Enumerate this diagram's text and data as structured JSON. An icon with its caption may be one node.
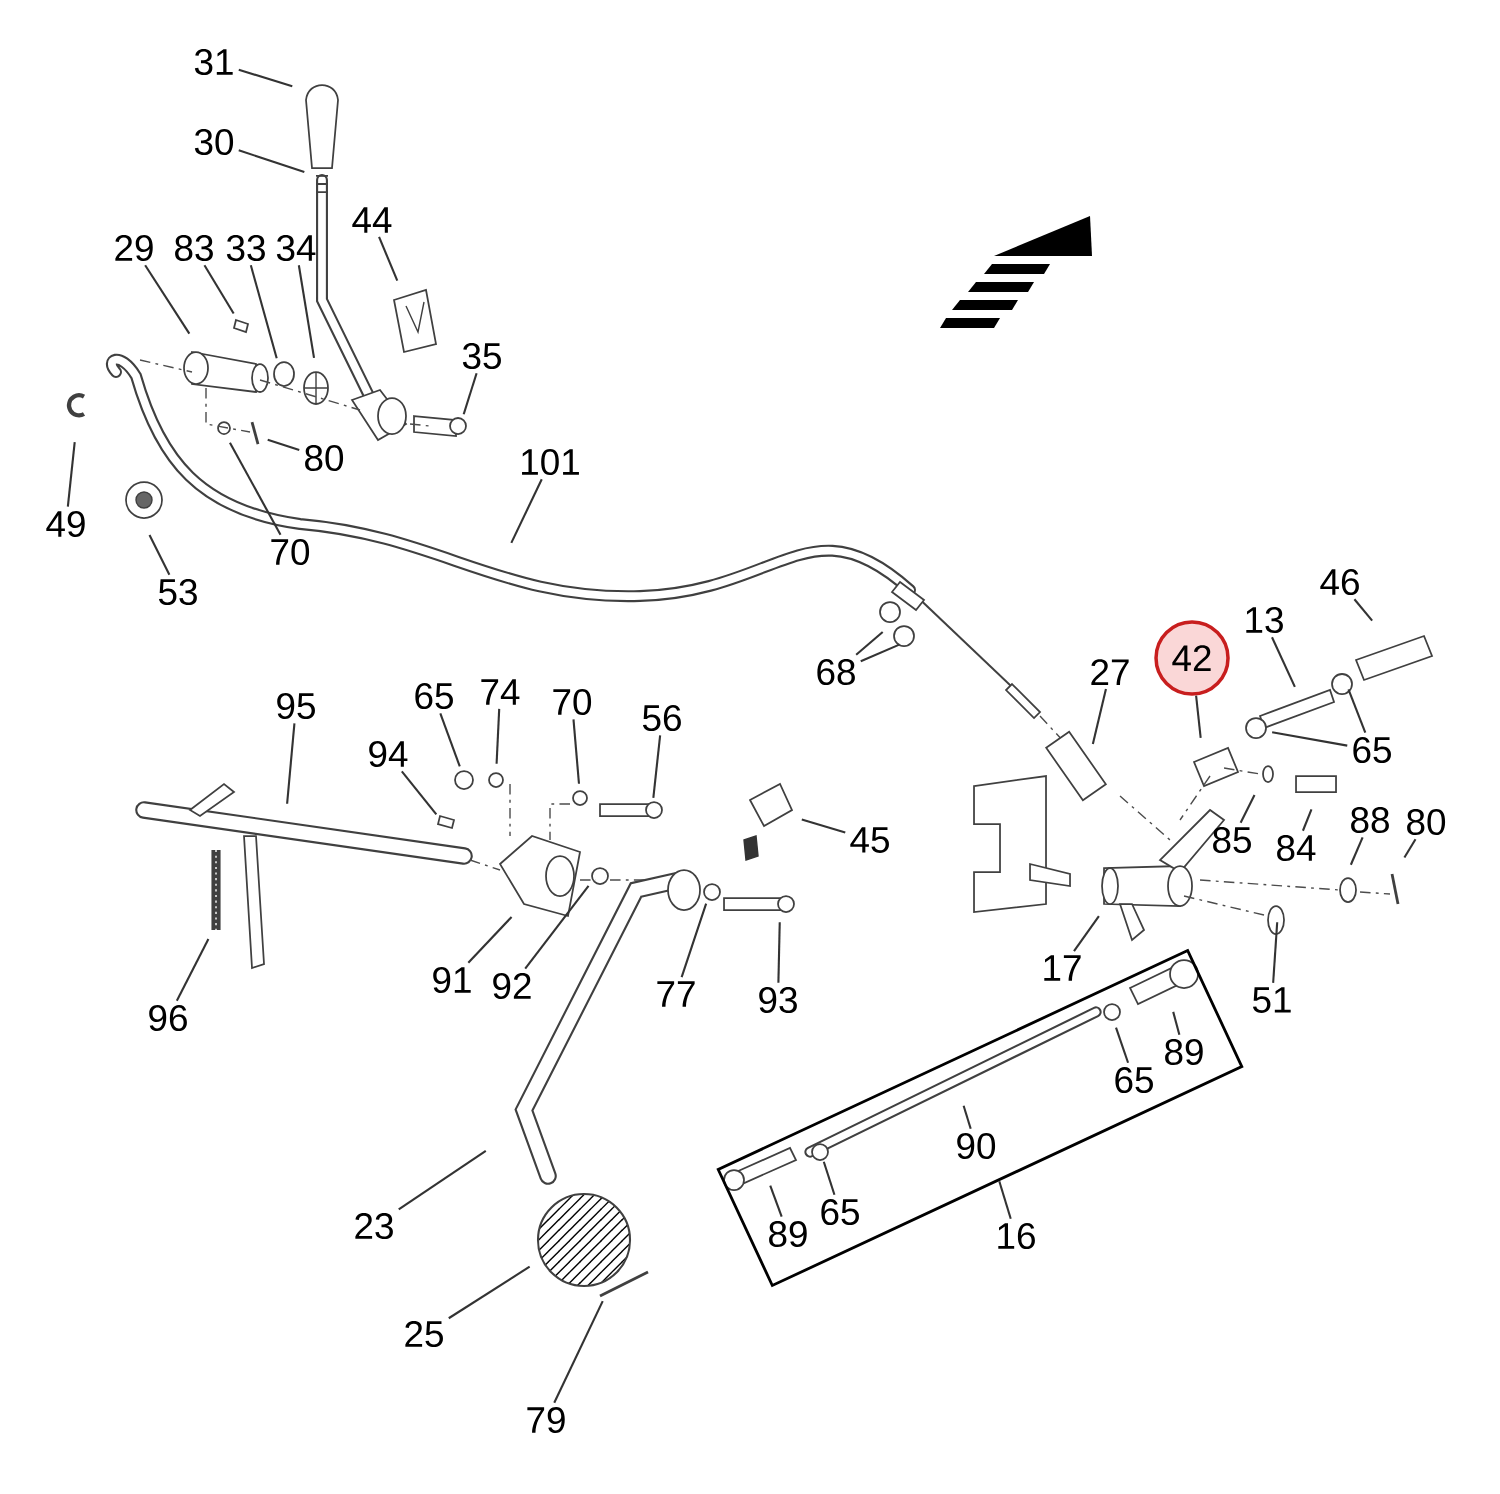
{
  "diagram": {
    "nodes": [
      {
        "text": [
          "31"
        ]
      },
      {
        "text": [
          "30"
        ]
      },
      {
        "text": [
          "44"
        ]
      },
      {
        "text": [
          "29"
        ]
      },
      {
        "text": [
          "83"
        ]
      },
      {
        "text": [
          "33"
        ]
      },
      {
        "text": [
          "34"
        ]
      },
      {
        "text": [
          "35"
        ]
      },
      {
        "text": [
          "49"
        ]
      },
      {
        "text": [
          "80"
        ]
      },
      {
        "text": [
          "70"
        ]
      },
      {
        "text": [
          "53"
        ]
      },
      {
        "text": [
          "101"
        ]
      },
      {
        "text": [
          "68"
        ]
      },
      {
        "text": [
          "27"
        ]
      },
      {
        "text": [
          "42"
        ]
      },
      {
        "text": [
          "13"
        ]
      },
      {
        "text": [
          "46"
        ]
      },
      {
        "text": [
          "65"
        ]
      },
      {
        "text": [
          "85"
        ]
      },
      {
        "text": [
          "84"
        ]
      },
      {
        "text": [
          "88"
        ]
      },
      {
        "text": [
          "80"
        ]
      },
      {
        "text": [
          "95"
        ]
      },
      {
        "text": [
          "94"
        ]
      },
      {
        "text": [
          "65"
        ]
      },
      {
        "text": [
          "74"
        ]
      },
      {
        "text": [
          "70"
        ]
      },
      {
        "text": [
          "56"
        ]
      },
      {
        "text": [
          "45"
        ]
      },
      {
        "text": [
          "96"
        ]
      },
      {
        "text": [
          "91"
        ]
      },
      {
        "text": [
          "92"
        ]
      },
      {
        "text": [
          "77"
        ]
      },
      {
        "text": [
          "93"
        ]
      },
      {
        "text": [
          "17"
        ]
      },
      {
        "text": [
          "51"
        ]
      },
      {
        "text": [],
        "shape": "box"
      },
      {
        "text": [
          "16"
        ]
      },
      {
        "text": [
          "90"
        ],
        "in": 37
      },
      {
        "text": [
          "65"
        ],
        "in": 37
      },
      {
        "text": [
          "89"
        ],
        "in": 37
      },
      {
        "text": [
          "89"
        ],
        "in": 37
      },
      {
        "text": [
          "65"
        ],
        "in": 37
      },
      {
        "text": [
          "23"
        ]
      },
      {
        "text": [
          "25"
        ]
      },
      {
        "text": [
          "79"
        ]
      }
    ],
    "edges": [
      {
        "from": 0,
        "to": null,
        "arrow": "none"
      },
      {
        "from": 1,
        "to": null,
        "arrow": "none"
      },
      {
        "from": 2,
        "to": null,
        "arrow": "none"
      },
      {
        "from": 3,
        "to": null,
        "arrow": "none"
      },
      {
        "from": 4,
        "to": null,
        "arrow": "none"
      },
      {
        "from": 5,
        "to": null,
        "arrow": "none"
      },
      {
        "from": 6,
        "to": null,
        "arrow": "none"
      },
      {
        "from": 7,
        "to": null,
        "arrow": "none"
      },
      {
        "from": 8,
        "to": null,
        "arrow": "none"
      },
      {
        "from": 9,
        "to": null,
        "arrow": "none"
      },
      {
        "from": 10,
        "to": null,
        "arrow": "none"
      },
      {
        "from": 11,
        "to": null,
        "arrow": "none"
      },
      {
        "from": 12,
        "to": null,
        "arrow": "none"
      },
      {
        "from": 13,
        "to": null,
        "arrow": "none"
      },
      {
        "from": 13,
        "to": null,
        "arrow": "none"
      },
      {
        "from": 14,
        "to": null,
        "arrow": "none"
      },
      {
        "from": 15,
        "to": null,
        "arrow": "none"
      },
      {
        "from": 16,
        "to": null,
        "arrow": "none"
      },
      {
        "from": 17,
        "to": null,
        "arrow": "none"
      },
      {
        "from": 18,
        "to": null,
        "arrow": "none"
      },
      {
        "from": 18,
        "to": null,
        "arrow": "none"
      },
      {
        "from": 19,
        "to": null,
        "arrow": "none"
      },
      {
        "from": 20,
        "to": null,
        "arrow": "none"
      },
      {
        "from": 21,
        "to": null,
        "arrow": "none"
      },
      {
        "from": 22,
        "to": null,
        "arrow": "none"
      },
      {
        "from": 23,
        "to": null,
        "arrow": "none"
      },
      {
        "from": 24,
        "to": null,
        "arrow": "none"
      },
      {
        "from": 25,
        "to": null,
        "arrow": "none"
      },
      {
        "from": 26,
        "to": null,
        "arrow": "none"
      },
      {
        "from": 27,
        "to": null,
        "arrow": "none"
      },
      {
        "from": 28,
        "to": null,
        "arrow": "none"
      },
      {
        "from": 29,
        "to": null,
        "arrow": "none"
      },
      {
        "from": 30,
        "to": null,
        "arrow": "none"
      },
      {
        "from": 31,
        "to": null,
        "arrow": "none"
      },
      {
        "from": 32,
        "to": null,
        "arrow": "none"
      },
      {
        "from": 33,
        "to": null,
        "arrow": "none"
      },
      {
        "from": 34,
        "to": null,
        "arrow": "none"
      },
      {
        "from": 35,
        "to": null,
        "arrow": "none"
      },
      {
        "from": 36,
        "to": null,
        "arrow": "none"
      },
      {
        "from": 38,
        "to": 37,
        "arrow": "none"
      },
      {
        "from": 39,
        "to": null,
        "arrow": "none"
      },
      {
        "from": 40,
        "to": null,
        "arrow": "none"
      },
      {
        "from": 41,
        "to": null,
        "arrow": "none"
      },
      {
        "from": 42,
        "to": null,
        "arrow": "none"
      },
      {
        "from": 43,
        "to": null,
        "arrow": "none"
      },
      {
        "from": 44,
        "to": null,
        "arrow": "none"
      },
      {
        "from": 45,
        "to": null,
        "arrow": "none"
      },
      {
        "from": 46,
        "to": null,
        "arrow": "none"
      }
    ]
  }
}
